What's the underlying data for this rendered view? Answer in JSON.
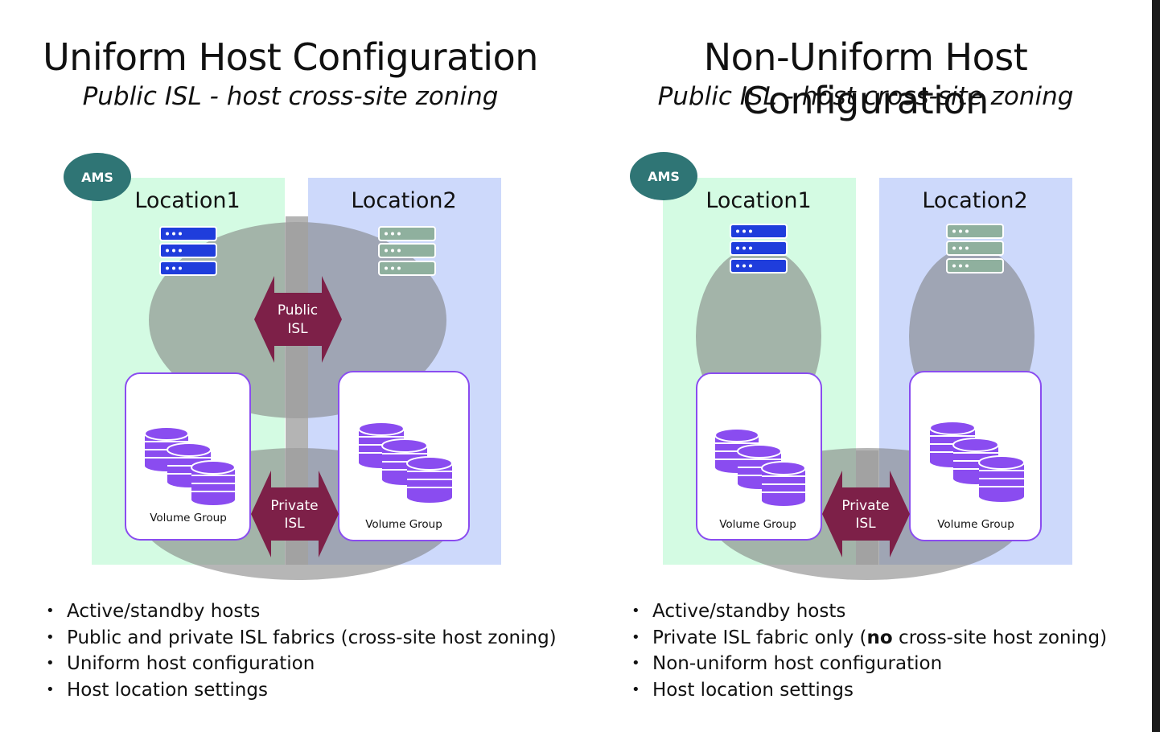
{
  "left": {
    "title": "Uniform Host Configuration",
    "subtitle": "Public ISL - host cross-site zoning",
    "ams": "AMS",
    "location1": "Location1",
    "location2": "Location2",
    "public_isl": [
      "Public",
      "ISL"
    ],
    "private_isl": [
      "Private",
      "ISL"
    ],
    "volume_group_1": "Volume Group",
    "volume_group_2": "Volume Group",
    "bullets": [
      {
        "text": "Active/standby hosts"
      },
      {
        "text": "Public and private ISL fabrics (cross-site host zoning)"
      },
      {
        "text": "Uniform host configuration"
      },
      {
        "text": "Host location settings"
      }
    ]
  },
  "right": {
    "title": "Non-Uniform Host Configuration",
    "subtitle": "Public ISL - host cross-site zoning",
    "ams": "AMS",
    "location1": "Location1",
    "location2": "Location2",
    "private_isl": [
      "Private",
      "ISL"
    ],
    "volume_group_1": "Volume Group",
    "volume_group_2": "Volume Group",
    "bullets": [
      {
        "text": "Active/standby hosts"
      },
      {
        "before": "Private ISL fabric only (",
        "bold": "no",
        "after": " cross-site host zoning)"
      },
      {
        "text": "Non-uniform host configuration"
      },
      {
        "text": "Host location settings"
      }
    ]
  },
  "colors": {
    "location1_bg": "#d4fbe3",
    "location2_bg": "#cdd9fb",
    "ams_badge": "#2f7575",
    "isl_arrow": "#7d2048",
    "server_active": "#1f3ddc",
    "server_standby": "#8fb09e",
    "storage": "#8a4cf0",
    "volume_group_border": "#8a4cf0"
  }
}
